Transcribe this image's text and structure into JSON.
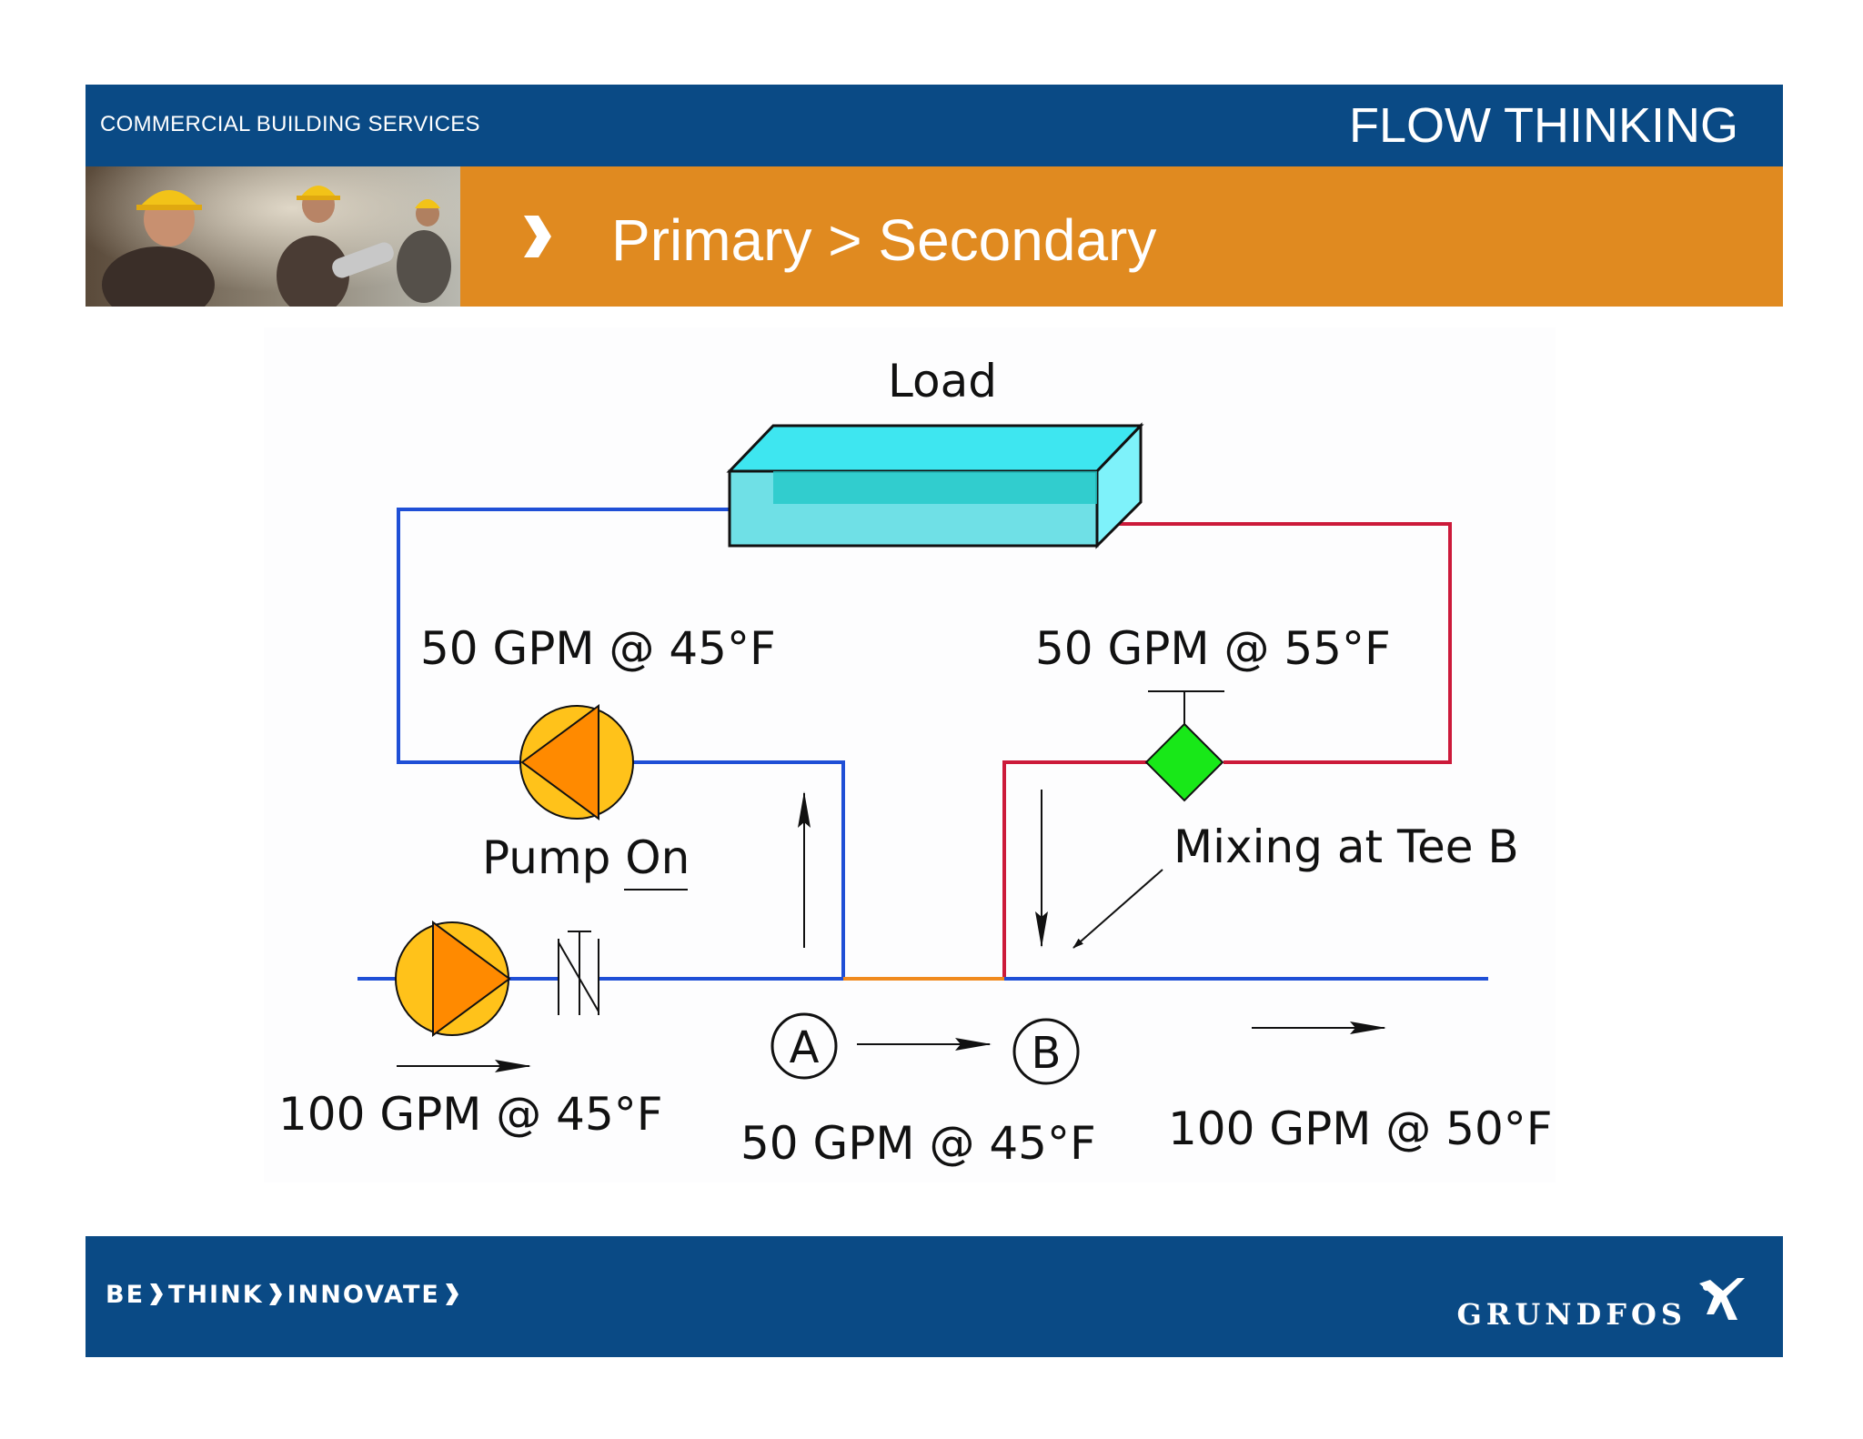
{
  "header": {
    "left_text": "COMMERCIAL BUILDING SERVICES",
    "right_text": "FLOW THINKING"
  },
  "title": {
    "text": "Primary > Secondary"
  },
  "diagram": {
    "load_label": "Load",
    "supply_flow_label": "50 GPM @ 45°F",
    "return_flow_label": "50 GPM @ 55°F",
    "pump_on_label": "Pump On",
    "mixing_label": "Mixing at Tee B",
    "tee_a_label": "A",
    "tee_b_label": "B",
    "primary_in_label": "100 GPM @ 45°F",
    "bypass_label": "50 GPM @ 45°F",
    "primary_out_label": "100 GPM @ 50°F",
    "colors": {
      "supply_blue": "#1f4fd6",
      "return_red": "#cc1a3a",
      "bypass_orange": "#f08a1e",
      "pump_orange": "#ff8a00",
      "pump_yellow": "#ffc21a",
      "load_cyan": "#3ee6f0",
      "valve_green": "#18e818"
    }
  },
  "footer": {
    "tagline_be": "BE",
    "tagline_think": "THINK",
    "tagline_innovate": "INNOVATE",
    "brand": "GRUNDFOS"
  }
}
